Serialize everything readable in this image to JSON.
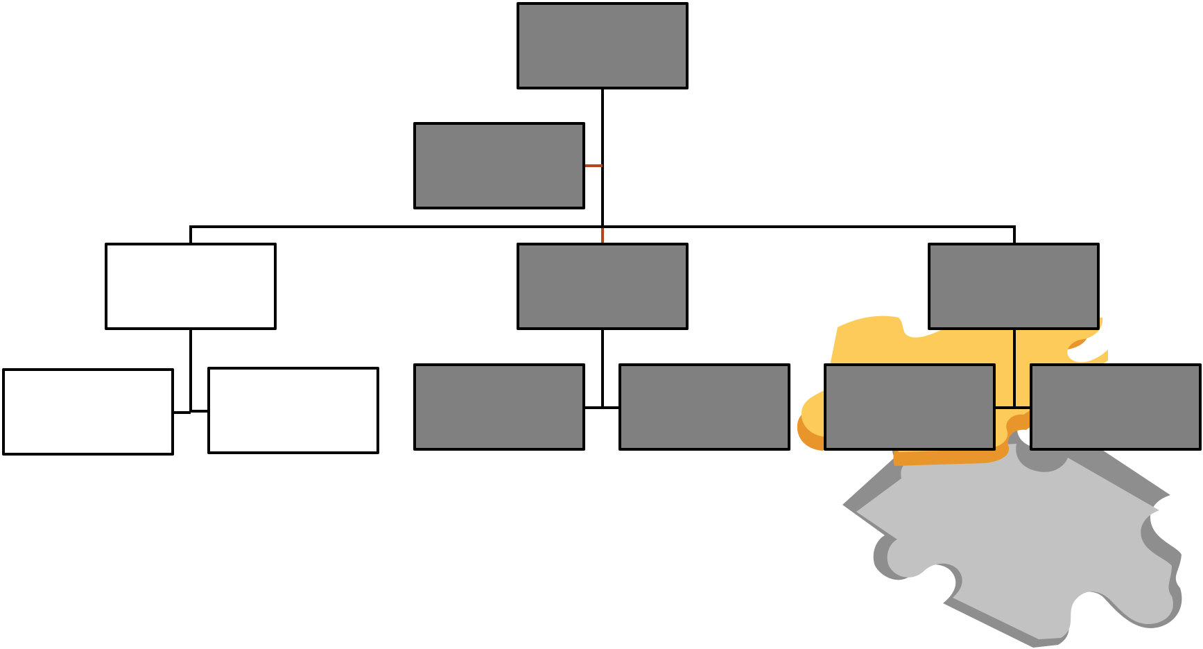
{
  "colors": {
    "filled_box": "#808080",
    "empty_box": "#ffffff",
    "box_stroke": "#000000",
    "connector": "#000000",
    "highlight_connector": "#b5451b",
    "puzzle_piece": "#fdcb5a",
    "puzzle_piece_shadow": "#e8962c",
    "puzzle_hole_floor": "#c2c2c2",
    "puzzle_hole_wall": "#8e8e8e"
  },
  "icons": {
    "puzzle": "puzzle-piece-icon",
    "hole": "puzzle-hole-icon"
  },
  "diagram": {
    "type": "org-chart",
    "levels": 4,
    "nodes": [
      {
        "id": "root",
        "level": 0,
        "filled": true
      },
      {
        "id": "assistant",
        "level": 1,
        "filled": true
      },
      {
        "id": "left",
        "level": 2,
        "filled": false
      },
      {
        "id": "center",
        "level": 2,
        "filled": true
      },
      {
        "id": "right",
        "level": 2,
        "filled": true
      },
      {
        "id": "left-a",
        "level": 3,
        "filled": false
      },
      {
        "id": "left-b",
        "level": 3,
        "filled": false
      },
      {
        "id": "center-a",
        "level": 3,
        "filled": true
      },
      {
        "id": "center-b",
        "level": 3,
        "filled": true
      },
      {
        "id": "right-a",
        "level": 3,
        "filled": true
      },
      {
        "id": "right-b",
        "level": 3,
        "filled": true
      }
    ]
  }
}
